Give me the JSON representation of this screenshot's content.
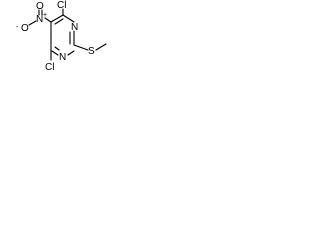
{
  "molecule": {
    "atoms": {
      "cl_top": "Cl",
      "cl_bottom": "Cl",
      "n_ring_right": "N",
      "n_ring_bottom": "N",
      "s_methylthio": "S",
      "n_nitro": "N",
      "o_top": "O",
      "o_left": "O"
    },
    "charges": {
      "n_nitro": "+",
      "o_left": "-"
    },
    "colors": {
      "ink": "#000000",
      "background": "#ffffff"
    }
  }
}
